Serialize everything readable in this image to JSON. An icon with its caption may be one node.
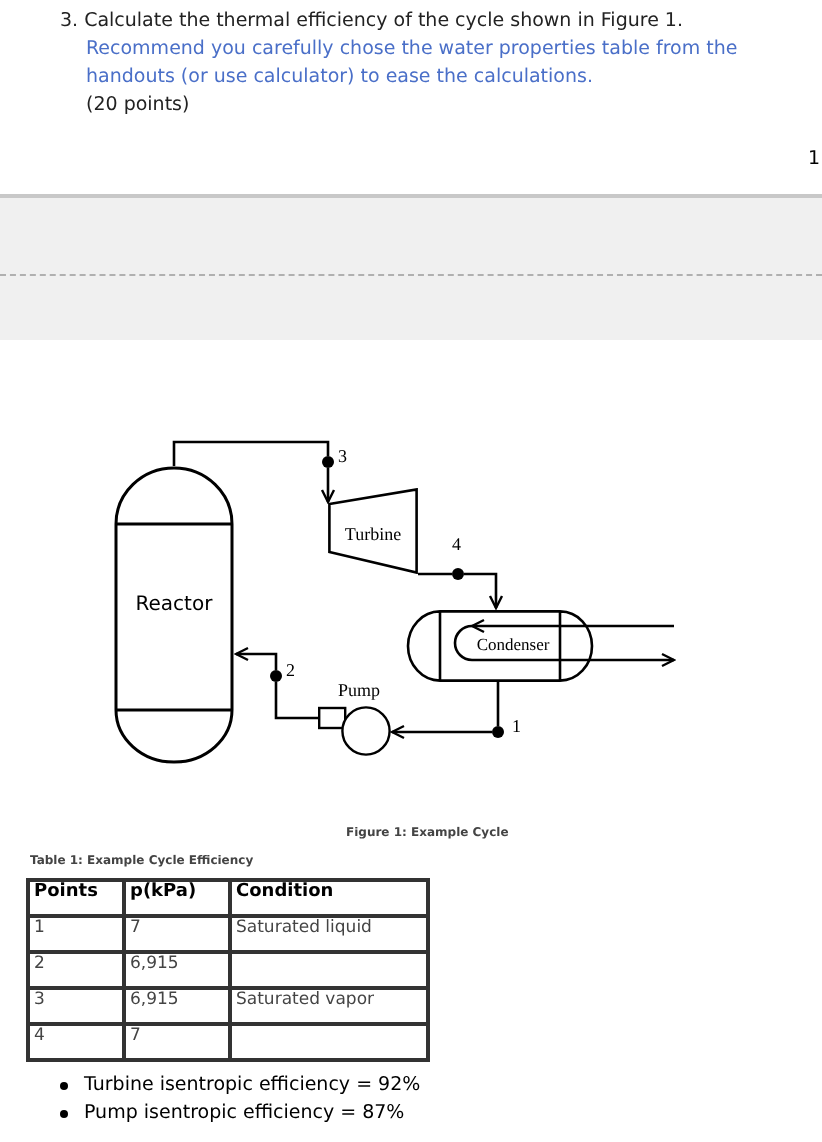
{
  "diagram": {
    "title": "3. Calculate the thermal efficiency of the cycle shown in Figure 1.",
    "caption": "Figure 1: Example Cycle",
    "nodes": [
      {
        "text": [
          "Reactor"
        ]
      },
      {
        "text": [
          "Turbine"
        ]
      },
      {
        "text": [
          "Condenser"
        ]
      },
      {
        "text": [
          "Pump"
        ]
      },
      {
        "text": [],
        "shape": "circle",
        "beside": [
          "3"
        ]
      },
      {
        "text": [],
        "shape": "circle",
        "beside": [
          "4"
        ]
      },
      {
        "text": [],
        "shape": "circle",
        "beside": [
          "1"
        ]
      },
      {
        "text": [],
        "shape": "circle",
        "beside": [
          "2"
        ]
      }
    ],
    "edges": [
      {
        "from": 0,
        "to": 4,
        "arrow": "none"
      },
      {
        "from": 4,
        "to": 1,
        "arrow": "to"
      },
      {
        "from": 1,
        "to": 5,
        "arrow": "none"
      },
      {
        "from": 5,
        "to": 2,
        "arrow": "to"
      },
      {
        "from": 2,
        "to": 6,
        "arrow": "none"
      },
      {
        "from": 6,
        "to": 3,
        "arrow": "to"
      },
      {
        "from": 3,
        "to": 7,
        "arrow": "none"
      },
      {
        "from": 7,
        "to": 0,
        "arrow": "to"
      },
      {
        "from": null,
        "to": 2,
        "arrow": "to"
      },
      {
        "from": 2,
        "to": null,
        "arrow": "to"
      }
    ],
    "labels": [
      "Recommend you carefully chose the water properties table from the handouts (or use calculator) to ease the calculations.",
      "(20 points)",
      "1",
      "Table 1: Example Cycle Efficiency",
      "Points",
      "p(kPa)",
      "Condition",
      "1",
      "7",
      "Saturated liquid",
      "2",
      "6,915",
      "3",
      "6,915",
      "Saturated vapor",
      "4",
      "7",
      "Turbine isentropic efficiency = 92%",
      "Pump isentropic efficiency = 87%"
    ]
  }
}
